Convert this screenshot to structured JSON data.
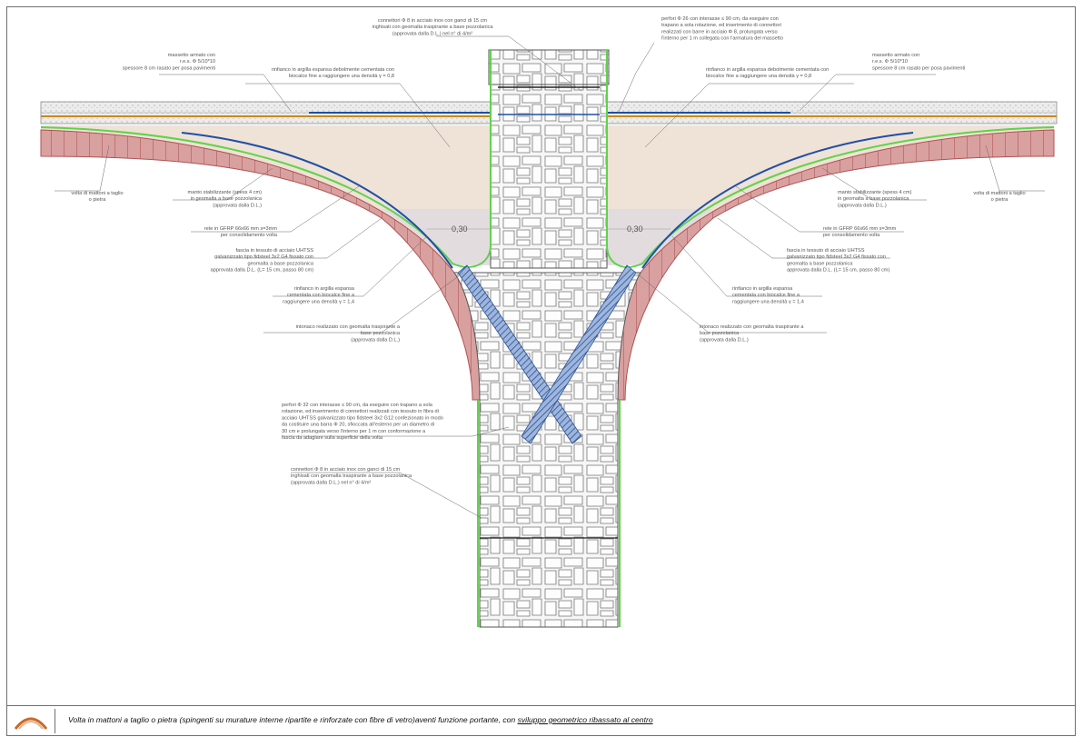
{
  "labels": {
    "top_center": [
      "connettori Φ 8 in acciaio inox con ganci di 15 cm",
      "inghisati con geomalta traspirante a base pozzolanica",
      "(approvata dalla D.L.) nel n° di 4/m²"
    ],
    "top_right": [
      "perfori Φ 26 con interasse ≤ 90 cm, da eseguire con",
      "trapano a sola rotazione, ed inserimento di connettori",
      "realizzati con barre in acciaio Φ 8, prolungata verso",
      "l'interno per 1 m collegata con l'armatura del massetto"
    ],
    "massetto_left": [
      "massetto armato con",
      "r.e.s. Φ 5/10*10",
      "spessore 8 cm rasato per posa pavimenti"
    ],
    "massetto_right": [
      "massetto armato con",
      "r.e.s. Φ 5/10*10",
      "spessore 8 cm rasato per posa pavimenti"
    ],
    "rinfianco_top_left": [
      "rinfianco in argilla espansa debolmente cementata con",
      "biocalce fine a raggiungere una densità γ = 0,8"
    ],
    "rinfianco_top_right": [
      "rinfianco in argilla espansa debolmente cementata con",
      "biocalce fine a raggiungere una densità γ = 0,8"
    ],
    "volta_left": [
      "volta di mattoni a taglio",
      "o pietra"
    ],
    "volta_right": [
      "volta di mattoni a taglio",
      "o pietra"
    ],
    "manto_left": [
      "manto stabilizzante (spess 4 cm)",
      "in geomalta a base pozzolanica",
      "(approvata dalla D.L.)"
    ],
    "manto_right": [
      "manto stabilizzante (spess 4 cm)",
      "in geomalta a base pozzolanica",
      "(approvata dalla D.L.)"
    ],
    "rete_left": [
      "rete in GFRP 66x66 mm s=3mm",
      "per consolidamento volta"
    ],
    "rete_right": [
      "rete in GFRP 66x66 mm s=3mm",
      "per consolidamento volta"
    ],
    "fascia_left": [
      "fascia in tessuto di acciaio UHTSS",
      "galvanizzato tipo fidsteel 3x2 G4 fissato con",
      "geomalta a base pozzolanica",
      "approvata dalla D.L. (L= 15 cm, passo 80 cm)"
    ],
    "fascia_right": [
      "fascia in tessuto di acciaio UHTSS",
      "galvanizzato tipo fidsteel 3x2 G4 fissato con",
      "geomalta a base pozzolanica",
      "approvata dalla D.L. (L= 15 cm, passo 80 cm)"
    ],
    "rinfianco_mid_left": [
      "rinfianco in argilla espansa",
      "cementata con biocalce fine a",
      "raggiungere una densità γ = 1,4"
    ],
    "rinfianco_mid_right": [
      "rinfianco in argilla espansa",
      "cementata con biocalce fine a",
      "raggiungere una densità γ = 1,4"
    ],
    "intonaco_left": [
      "intonaco realizzato con geomalta traspirante a",
      "base pozzolanica",
      "(approvata dalla D.L.)"
    ],
    "intonaco_right": [
      "intonaco realizzato con geomalta traspirante a",
      "base pozzolanica",
      "(approvata dalla D.L.)"
    ],
    "perfori_lower": [
      "perfori Φ 32 con interasse ≤ 90 cm, da eseguire con trapano a sola",
      "rotazione, ed inserimento di connettori realizzati con tessuto in fibra di",
      "acciaio UHTSS galvanizzato tipo fidsteel 3x2 G12 confezionato in modo",
      "da costituire una barra Φ 20, sfioccata all'esterno per un diametro di",
      "30 cm e prolungata verso l'interno per 1 m con conformazione a",
      "fascia da adagiare sulla superficie della volta"
    ],
    "connettori_lower": [
      "connettori Φ 8 in acciaio inox con ganci di 15 cm",
      "inghisati con geomalta traspirante a base pozzolanica",
      "(approvata dalla D.L.) nel n° di 4/m²"
    ],
    "dim_left": "0,30",
    "dim_right": "0,30"
  },
  "footer": {
    "text": "Volta in mattoni a taglio o pietra (spingenti su murature interne ripartite e rinforzate con fibre di vetro)aventi funzione portante, con ",
    "underlined": "sviluppo geometrico ribassato al centro",
    "icon": "arch-icon"
  },
  "colors": {
    "brick": "#d9a0a0",
    "brick_stroke": "#b05252",
    "rinfianco": "#efe2d6",
    "mesh_green": "#5fd34a",
    "steel_blue": "#1f4fa6",
    "stone": "#f4f4f4",
    "frame": "#6f6f6f"
  }
}
